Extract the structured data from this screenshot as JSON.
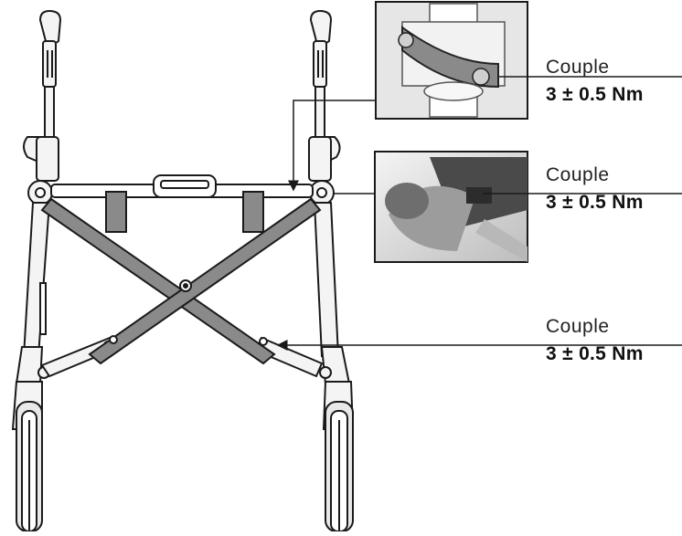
{
  "callouts": [
    {
      "label": "Couple",
      "value": "3 ± 0.5 Nm"
    },
    {
      "label": "Couple",
      "value": "3 ± 0.5 Nm"
    },
    {
      "label": "Couple",
      "value": "3 ± 0.5 Nm"
    }
  ],
  "colors": {
    "line": "#1a1a1a",
    "cross_brace": "#8a8a8a",
    "frame_fill": "#f2f2f2",
    "detail_photo_bg": "#d9d9d9"
  }
}
